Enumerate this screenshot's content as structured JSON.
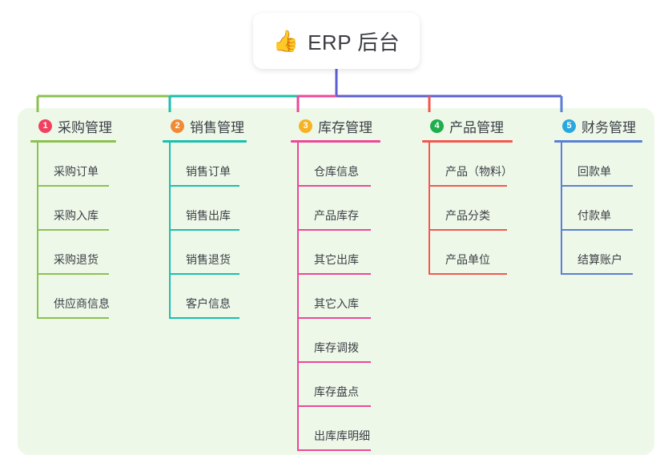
{
  "diagram": {
    "type": "mindmap",
    "root": {
      "icon": "thumbs-up-icon",
      "emoji": "👍",
      "title": "ERP 后台"
    },
    "panel_bg": "#eef8e9",
    "branches": [
      {
        "number": "1",
        "label": "采购管理",
        "badge_color": "#f0415f",
        "line_color": "#8cc152",
        "items": [
          "采购订单",
          "采购入库",
          "采购退货",
          "供应商信息"
        ]
      },
      {
        "number": "2",
        "label": "销售管理",
        "badge_color": "#f18a36",
        "line_color": "#1bbfad",
        "items": [
          "销售订单",
          "销售出库",
          "销售退货",
          "客户信息"
        ]
      },
      {
        "number": "3",
        "label": "库存管理",
        "badge_color": "#f5b324",
        "line_color": "#ec4899",
        "items": [
          "仓库信息",
          "产品库存",
          "其它出库",
          "其它入库",
          "库存调拨",
          "库存盘点",
          "出库库明细"
        ]
      },
      {
        "number": "4",
        "label": "产品管理",
        "badge_color": "#1fae4d",
        "line_color": "#f4574f",
        "items": [
          "产品（物料）",
          "产品分类",
          "产品单位"
        ]
      },
      {
        "number": "5",
        "label": "财务管理",
        "badge_color": "#29a8e0",
        "line_color": "#5b7fd4",
        "items": [
          "回款单",
          "付款单",
          "结算账户"
        ]
      }
    ],
    "stem_color": "#5b5fd0"
  }
}
